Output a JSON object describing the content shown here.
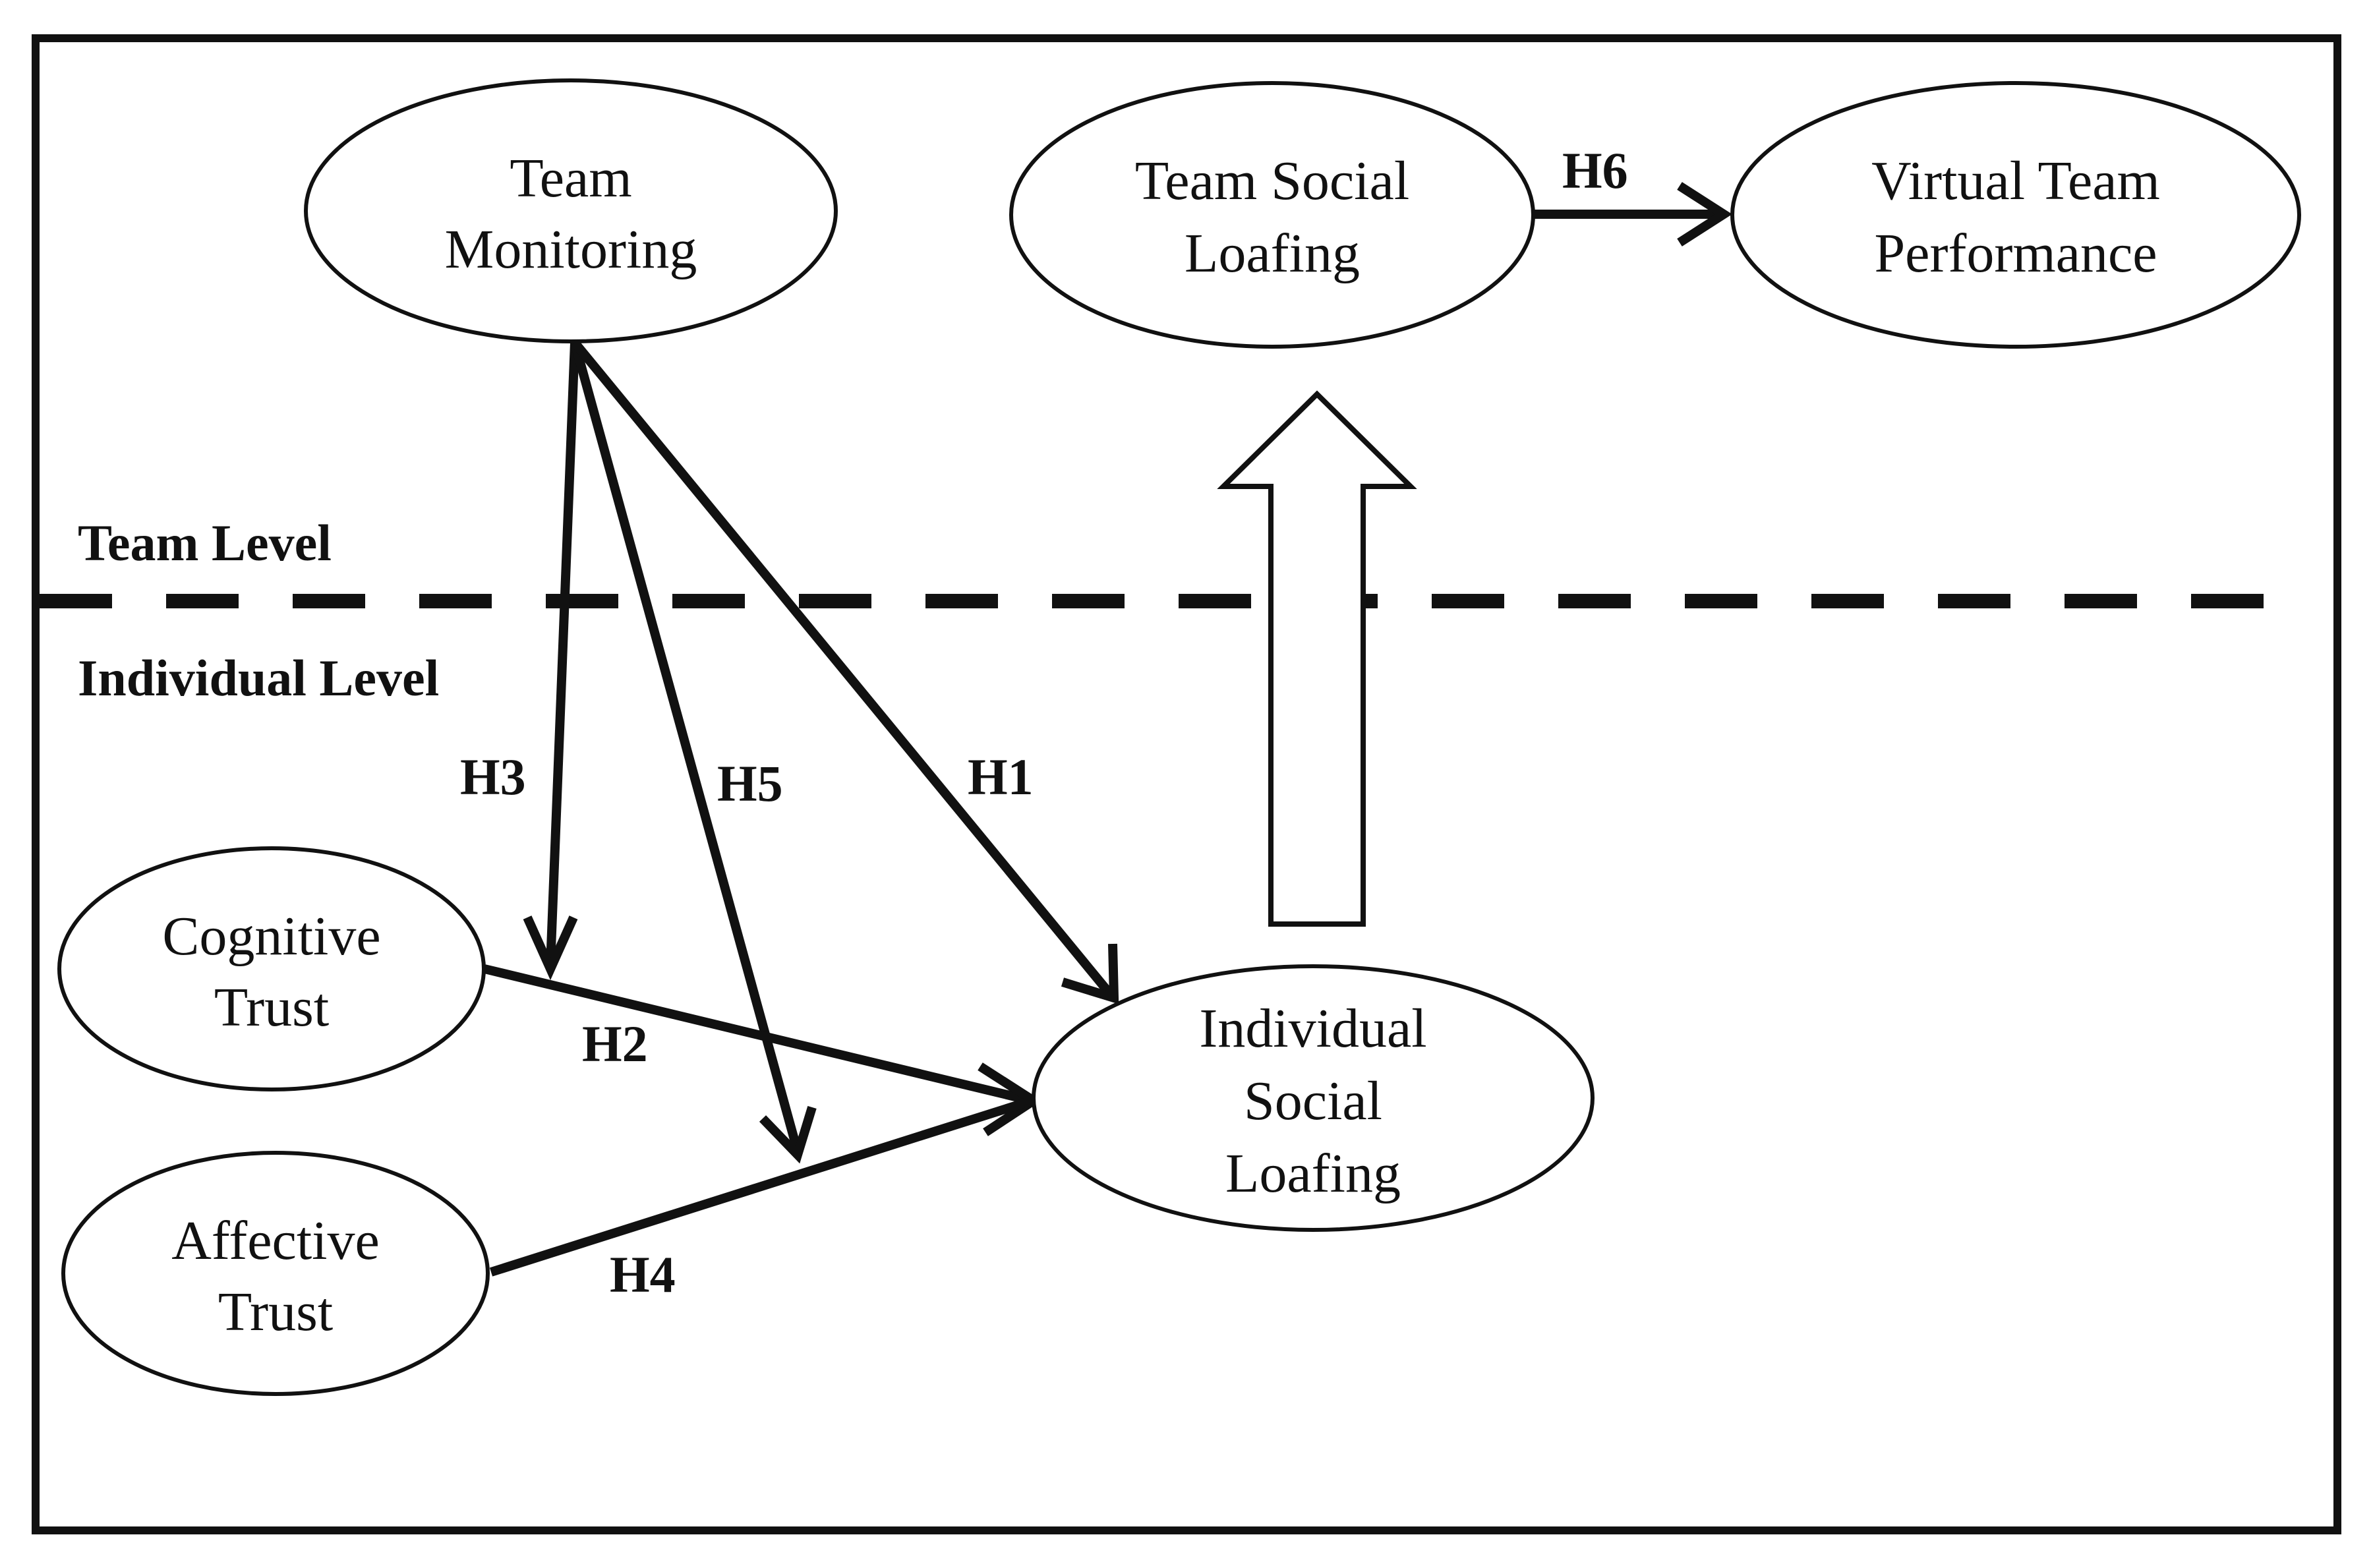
{
  "levels": {
    "team": "Team Level",
    "individual": "Individual Level"
  },
  "nodes": {
    "team_monitoring": [
      "Team",
      "Monitoring"
    ],
    "team_social_loafing": [
      "Team Social",
      "Loafing"
    ],
    "virtual_team_performance": [
      "Virtual Team",
      "Performance"
    ],
    "cognitive_trust": [
      "Cognitive",
      "Trust"
    ],
    "affective_trust": [
      "Affective",
      "Trust"
    ],
    "individual_social_loafing": [
      "Individual",
      "Social",
      "Loafing"
    ]
  },
  "hypotheses": {
    "h1": "H1",
    "h2": "H2",
    "h3": "H3",
    "h4": "H4",
    "h5": "H5",
    "h6": "H6"
  },
  "colors": {
    "stroke": "#111111",
    "background": "#ffffff"
  }
}
